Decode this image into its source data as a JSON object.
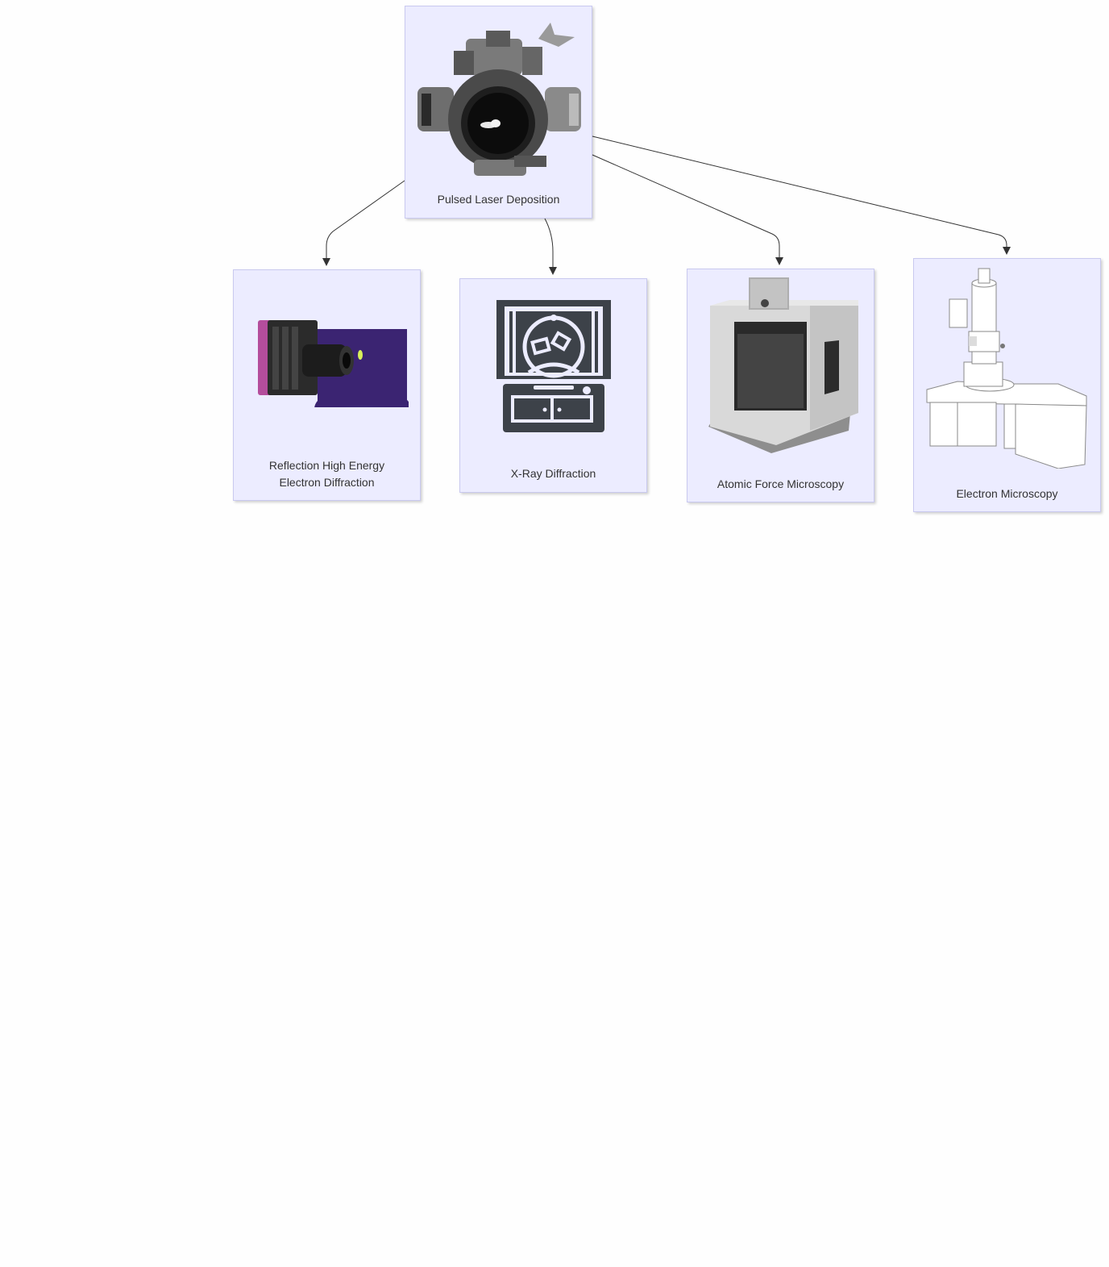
{
  "diagram": {
    "nodes": [
      {
        "id": "pld",
        "label_lines": [
          "Pulsed Laser Deposition"
        ],
        "image": "vacuum-chamber-icon"
      },
      {
        "id": "rheed",
        "label_lines": [
          "Reflection High Energy",
          "Electron Diffraction"
        ],
        "image": "camera-with-diffraction-pattern-icon"
      },
      {
        "id": "xrd",
        "label_lines": [
          "X-Ray Diffraction"
        ],
        "image": "x-ray-diffractometer-icon"
      },
      {
        "id": "afm",
        "label_lines": [
          "Atomic Force Microscopy"
        ],
        "image": "afm-instrument-icon"
      },
      {
        "id": "em",
        "label_lines": [
          "Electron Microscopy"
        ],
        "image": "electron-microscope-icon"
      }
    ],
    "edges": [
      {
        "from": "pld",
        "to": "rheed"
      },
      {
        "from": "pld",
        "to": "xrd"
      },
      {
        "from": "pld",
        "to": "afm"
      },
      {
        "from": "pld",
        "to": "em"
      }
    ],
    "colors": {
      "node_fill": "#ececff",
      "node_border": "#c9c9ef",
      "edge": "#333333",
      "background": "#fefefe"
    }
  }
}
